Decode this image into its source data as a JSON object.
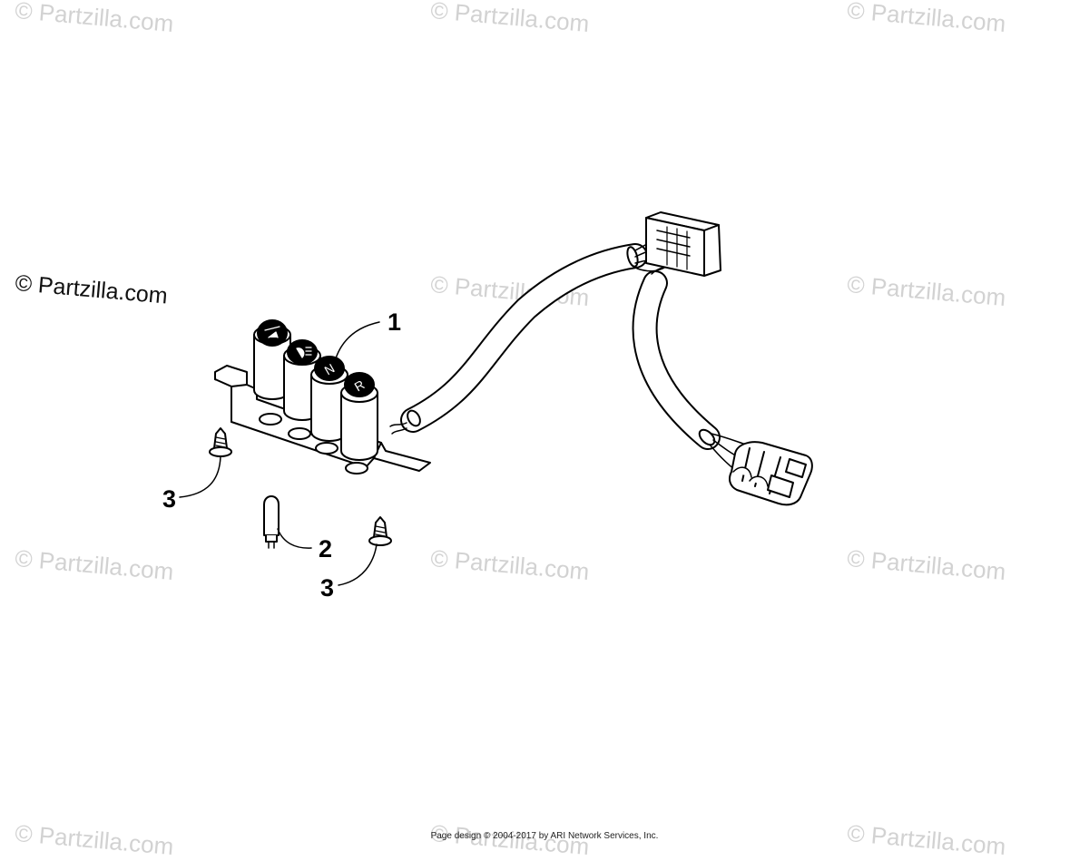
{
  "watermark": {
    "text": "© Partzilla.com",
    "color": "#d2d2d2",
    "dark_color": "#111111"
  },
  "callouts": {
    "indicator_assembly": "1",
    "bulb": "2",
    "screw": "3"
  },
  "indicators": [
    "N",
    "R"
  ],
  "footer": {
    "text": "Page design © 2004-2017 by ARI Network Services, Inc."
  }
}
